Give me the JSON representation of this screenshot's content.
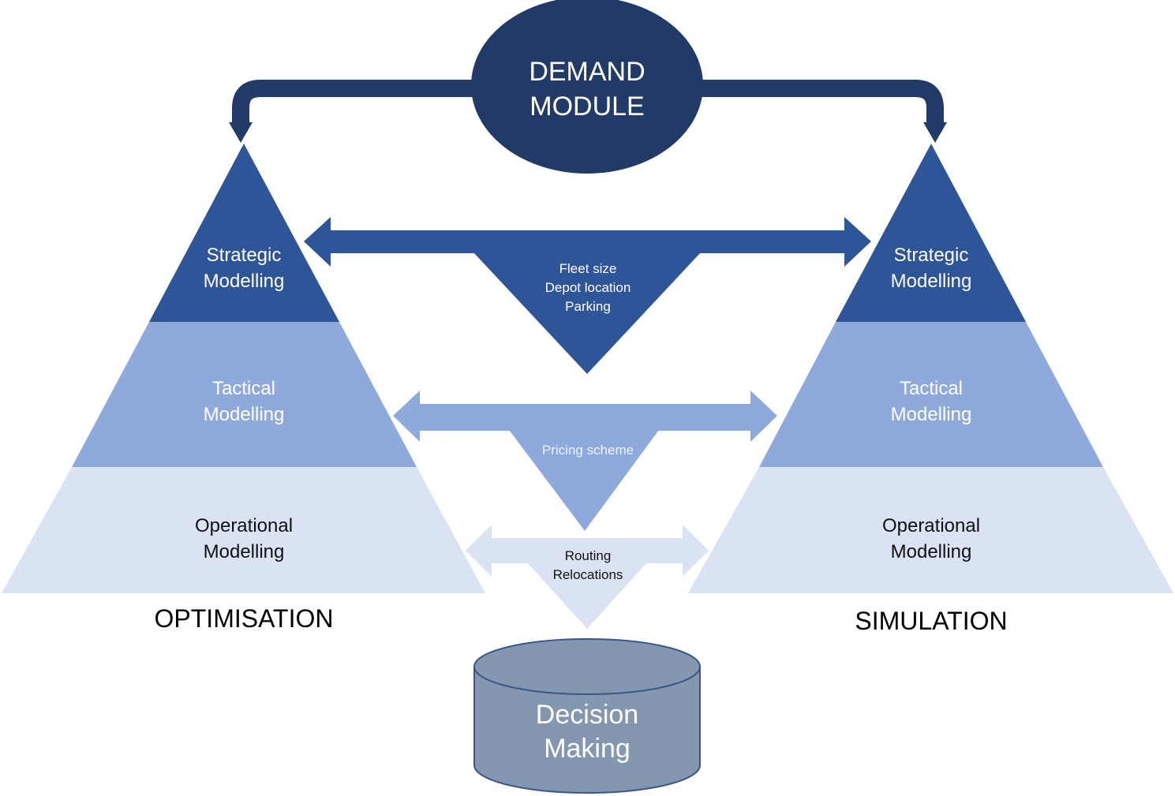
{
  "colors": {
    "navy": "#213A67",
    "strategic": "#2E5597",
    "tactical": "#8EAADC",
    "operational": "#DAE3F3",
    "cylinder": "#8497B0",
    "cylinder_edge": "#3B5788",
    "dark_text": "#111111",
    "light_text": "#ffffff"
  },
  "demand_module": {
    "line1": "DEMAND",
    "line2": "MODULE"
  },
  "optimisation": {
    "title": "OPTIMISATION",
    "strategic": {
      "line1": "Strategic",
      "line2": "Modelling"
    },
    "tactical": {
      "line1": "Tactical",
      "line2": "Modelling"
    },
    "operational": {
      "line1": "Operational",
      "line2": "Modelling"
    }
  },
  "simulation": {
    "title": "SIMULATION",
    "strategic": {
      "line1": "Strategic",
      "line2": "Modelling"
    },
    "tactical": {
      "line1": "Tactical",
      "line2": "Modelling"
    },
    "operational": {
      "line1": "Operational",
      "line2": "Modelling"
    }
  },
  "links": {
    "strategic": {
      "lines": [
        "Fleet size",
        "Depot location",
        "Parking"
      ]
    },
    "tactical": {
      "lines": [
        "Pricing scheme"
      ]
    },
    "operational": {
      "lines": [
        "Routing",
        "Relocations"
      ]
    }
  },
  "decision": {
    "line1": "Decision",
    "line2": "Making"
  }
}
